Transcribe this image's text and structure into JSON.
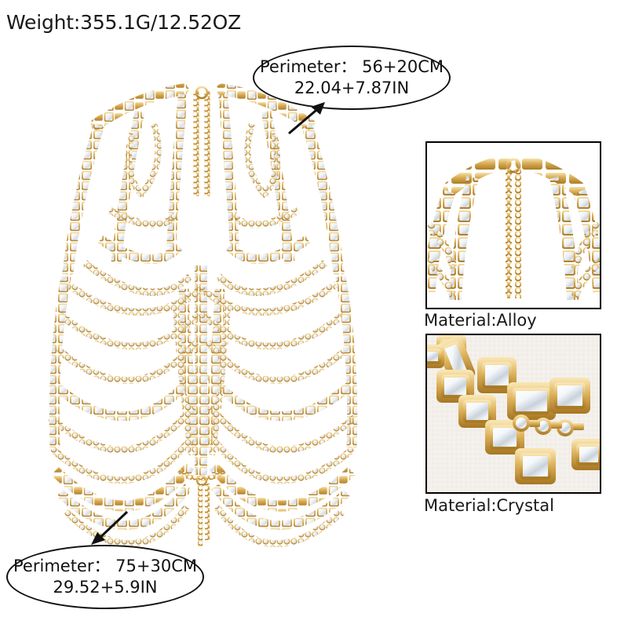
{
  "product": {
    "name": "rhinestone-body-chain-harness",
    "alt": "Gold tone multi-layer crystal rhinestone body chain harness"
  },
  "weight": {
    "label": "Weight:355.1G/12.52OZ",
    "value_g": "355.1G",
    "value_oz": "12.52OZ"
  },
  "callouts": [
    {
      "id": "top-perimeter",
      "line1": "Perimeter： 56+20CM",
      "line2": "22.04+7.87IN",
      "arrow": "arrow-up-right",
      "points_to": "shoulder-strap"
    },
    {
      "id": "bottom-perimeter",
      "line1": "Perimeter： 75+30CM",
      "line2": "29.52+5.9IN",
      "arrow": "arrow-down-left",
      "points_to": "waist-hem"
    }
  ],
  "detail_panels": [
    {
      "id": "alloy",
      "caption": "Material:Alloy",
      "subject": "clasp-and-extender-chain-closeup",
      "background": "#ffffff"
    },
    {
      "id": "crystal",
      "caption": "Material:Crystal",
      "subject": "emerald-cut-rhinestone-closeup",
      "background": "#f3efea"
    }
  ],
  "colors": {
    "gold": "#d8ab52",
    "gold_light": "#f0d89a",
    "gold_dark": "#b9872f",
    "crystal": "#ffffff",
    "crystal_shade": "#dfe3e8",
    "outline": "#111111",
    "background": "#ffffff",
    "panel_bg_crystal": "#f3efea"
  }
}
